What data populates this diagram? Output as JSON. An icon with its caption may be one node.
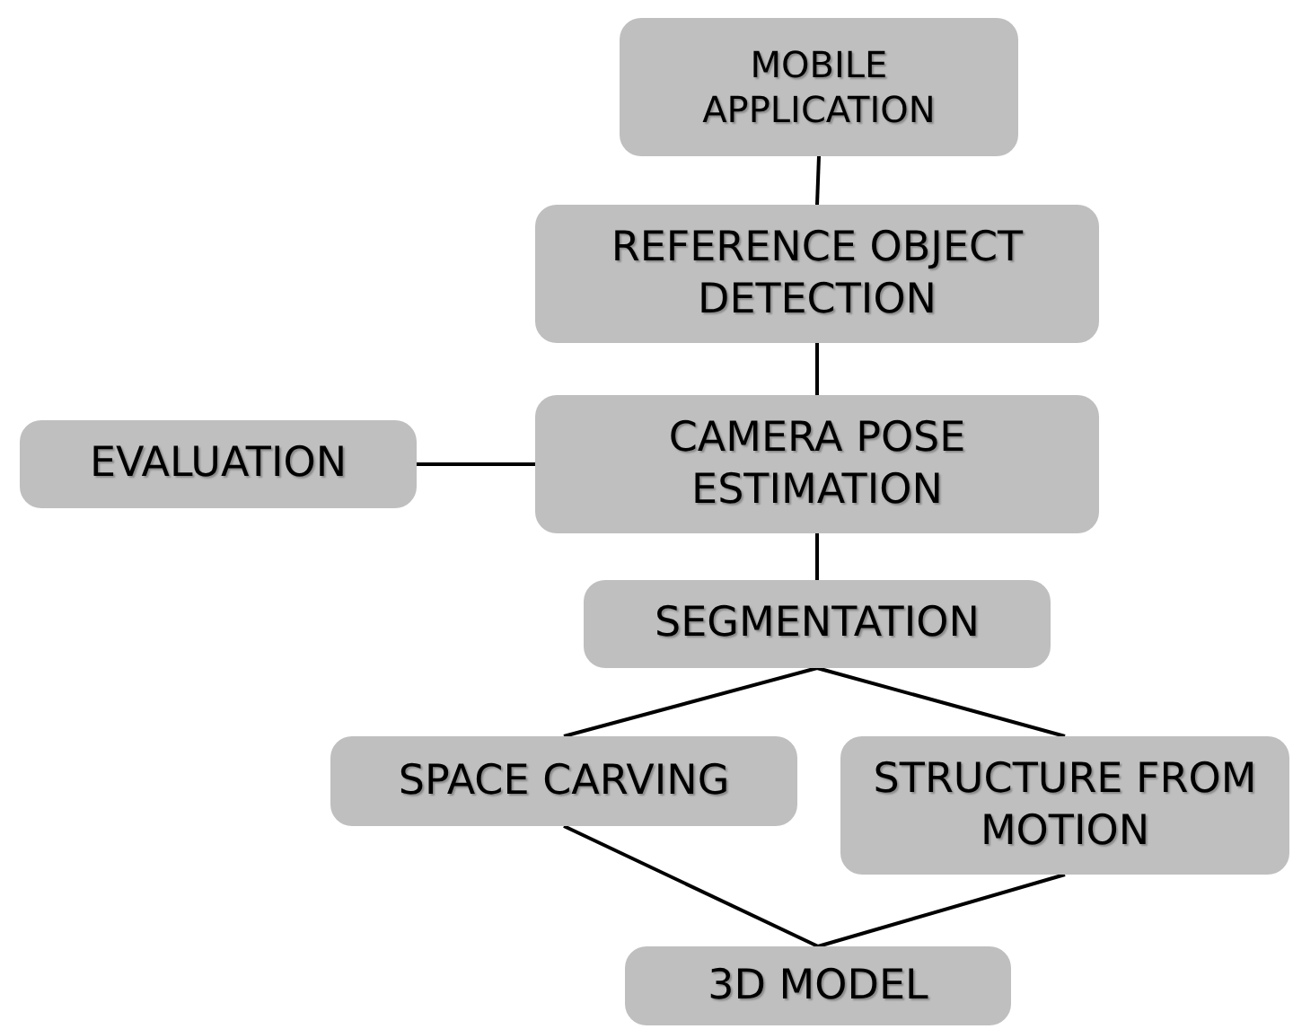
{
  "diagram": {
    "nodes": [
      {
        "text": [
          "MOBILE APPLICATION"
        ]
      },
      {
        "text": [
          "REFERENCE OBJECT DETECTION"
        ]
      },
      {
        "text": [
          "EVALUATION"
        ]
      },
      {
        "text": [
          "CAMERA POSE ESTIMATION"
        ]
      },
      {
        "text": [
          "SEGMENTATION"
        ]
      },
      {
        "text": [
          "SPACE CARVING"
        ]
      },
      {
        "text": [
          "STRUCTURE FROM MOTION"
        ]
      },
      {
        "text": [
          "3D MODEL"
        ]
      }
    ],
    "edges": [
      {
        "from": 0,
        "to": 1,
        "arrow": "none"
      },
      {
        "from": 1,
        "to": 3,
        "arrow": "none"
      },
      {
        "from": 2,
        "to": 3,
        "arrow": "none"
      },
      {
        "from": 3,
        "to": 4,
        "arrow": "none"
      },
      {
        "from": 4,
        "to": 5,
        "arrow": "none"
      },
      {
        "from": 4,
        "to": 6,
        "arrow": "none"
      },
      {
        "from": 5,
        "to": 7,
        "arrow": "none"
      },
      {
        "from": 6,
        "to": 7,
        "arrow": "none"
      }
    ]
  }
}
